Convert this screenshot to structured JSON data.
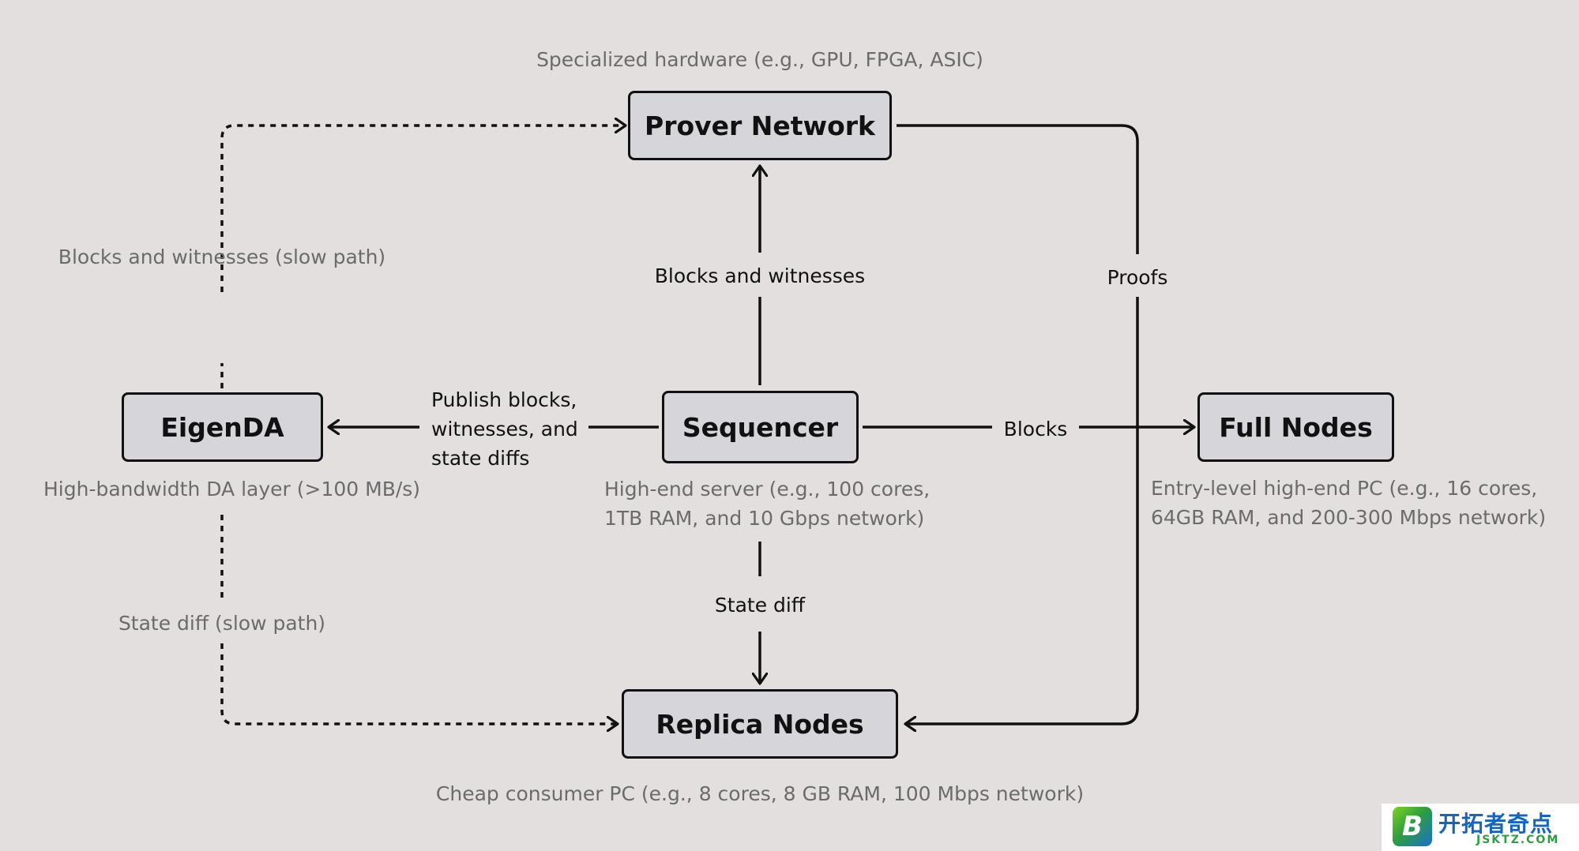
{
  "nodes": {
    "prover_network": "Prover Network",
    "eigenda": "EigenDA",
    "sequencer": "Sequencer",
    "full_nodes": "Full Nodes",
    "replica_nodes": "Replica Nodes"
  },
  "notes": {
    "prover": "Specialized hardware (e.g., GPU, FPGA, ASIC)",
    "eigenda": "High-bandwidth DA layer (>100 MB/s)",
    "sequencer_line1": "High-end server (e.g., 100 cores,",
    "sequencer_line2": "1TB RAM, and 10 Gbps network)",
    "full_nodes_line1": "Entry-level high-end PC (e.g., 16 cores,",
    "full_nodes_line2": "64GB RAM, and 200-300 Mbps network)",
    "replica": "Cheap consumer PC (e.g., 8 cores, 8 GB RAM, 100 Mbps network)"
  },
  "edges": {
    "slow_path_blocks": "Blocks and witnesses (slow path)",
    "slow_path_state": "State diff (slow path)",
    "blocks_and_witnesses": "Blocks and witnesses",
    "publish_line1": "Publish blocks,",
    "publish_line2": "witnesses, and",
    "publish_line3": "state diffs",
    "blocks": "Blocks",
    "proofs": "Proofs",
    "state_diff": "State diff"
  },
  "watermark": {
    "icon_letter": "B",
    "text": "开拓者奇点",
    "sub": "JSKTZ.COM"
  }
}
